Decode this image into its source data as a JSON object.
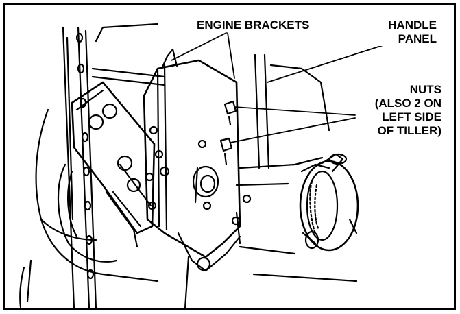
{
  "labels": {
    "engine_brackets": "ENGINE BRACKETS",
    "handle_panel_l1": "HANDLE",
    "handle_panel_l2": "PANEL",
    "nuts_l1": "NUTS",
    "nuts_l2": "(ALSO 2 ON",
    "nuts_l3": "LEFT SIDE",
    "nuts_l4": "OF TILLER)"
  },
  "colors": {
    "ink": "#000000",
    "paper": "#ffffff"
  }
}
